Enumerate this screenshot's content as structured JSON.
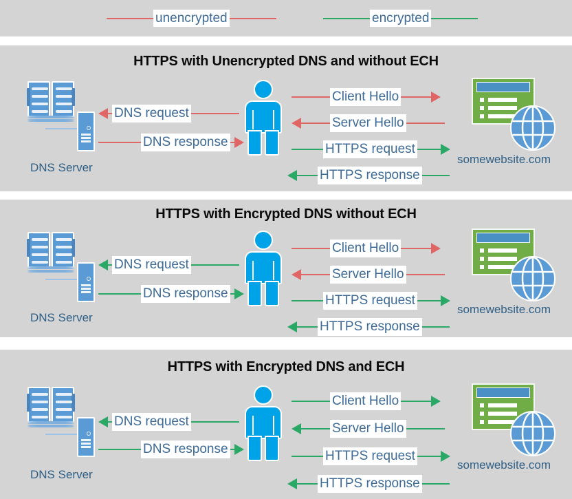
{
  "legend": {
    "items": [
      {
        "label": "unencrypted",
        "color": "#e06666",
        "name": "legend-unencrypted"
      },
      {
        "label": "encrypted",
        "color": "#2aa866",
        "name": "legend-encrypted"
      }
    ]
  },
  "colors": {
    "unencrypted": "#e06666",
    "encrypted": "#2aa866",
    "panel_background": "#d4d4d4",
    "page_background": "#ffffff",
    "label_text": "#3d6a96",
    "node_label_text": "#2e5f86",
    "title_text": "#0a0a0a",
    "person_blue": "#00a2e8",
    "server_blue": "#5b9bd5",
    "website_green": "#70ad47",
    "browser_bar_blue": "#4a90c4"
  },
  "nodes": {
    "dns_server_label": "DNS Server",
    "website_label": "somewebsite.com"
  },
  "panels": [
    {
      "id": "panel-1",
      "title": "HTTPS with Unencrypted DNS and without ECH",
      "messages": [
        {
          "label": "DNS request",
          "direction": "left",
          "encrypted": false,
          "side": "dns"
        },
        {
          "label": "DNS response",
          "direction": "right",
          "encrypted": false,
          "side": "dns"
        },
        {
          "label": "Client Hello",
          "direction": "right",
          "encrypted": false,
          "side": "web"
        },
        {
          "label": "Server Hello",
          "direction": "left",
          "encrypted": false,
          "side": "web"
        },
        {
          "label": "HTTPS request",
          "direction": "right",
          "encrypted": true,
          "side": "web"
        },
        {
          "label": "HTTPS response",
          "direction": "left",
          "encrypted": true,
          "side": "web"
        }
      ]
    },
    {
      "id": "panel-2",
      "title": "HTTPS with Encrypted DNS without ECH",
      "messages": [
        {
          "label": "DNS request",
          "direction": "left",
          "encrypted": true,
          "side": "dns"
        },
        {
          "label": "DNS response",
          "direction": "right",
          "encrypted": true,
          "side": "dns"
        },
        {
          "label": "Client Hello",
          "direction": "right",
          "encrypted": false,
          "side": "web"
        },
        {
          "label": "Server Hello",
          "direction": "left",
          "encrypted": false,
          "side": "web"
        },
        {
          "label": "HTTPS request",
          "direction": "right",
          "encrypted": true,
          "side": "web"
        },
        {
          "label": "HTTPS response",
          "direction": "left",
          "encrypted": true,
          "side": "web"
        }
      ]
    },
    {
      "id": "panel-3",
      "title": "HTTPS with Encrypted DNS and ECH",
      "messages": [
        {
          "label": "DNS request",
          "direction": "left",
          "encrypted": true,
          "side": "dns"
        },
        {
          "label": "DNS response",
          "direction": "right",
          "encrypted": true,
          "side": "dns"
        },
        {
          "label": "Client Hello",
          "direction": "right",
          "encrypted": true,
          "side": "web"
        },
        {
          "label": "Server Hello",
          "direction": "left",
          "encrypted": true,
          "side": "web"
        },
        {
          "label": "HTTPS request",
          "direction": "right",
          "encrypted": true,
          "side": "web"
        },
        {
          "label": "HTTPS response",
          "direction": "left",
          "encrypted": true,
          "side": "web"
        }
      ]
    }
  ]
}
